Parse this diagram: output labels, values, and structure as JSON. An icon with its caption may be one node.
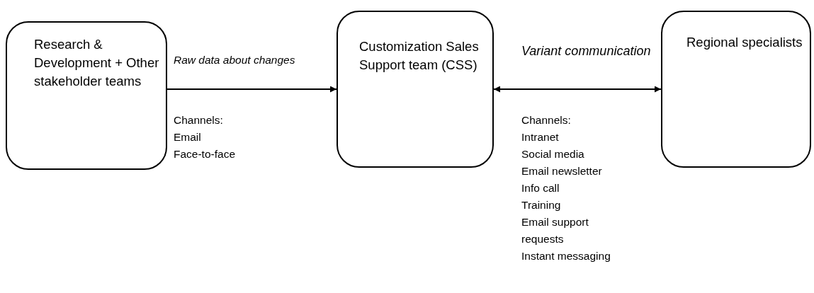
{
  "diagram": {
    "nodes": [
      {
        "text": [
          "Research & Development + Other stakeholder teams"
        ]
      },
      {
        "text": [
          "Customization Sales Support team (CSS)"
        ]
      },
      {
        "text": [
          "Regional specialists"
        ]
      }
    ],
    "edges": [
      {
        "from": 0,
        "to": 1,
        "arrow": "to",
        "label": "Raw data about changes"
      },
      {
        "from": 1,
        "to": 2,
        "arrow": "both",
        "label": "Variant communication"
      }
    ],
    "labels": [
      "Channels:",
      "Email",
      "Face-to-face",
      "Channels:",
      "Intranet",
      "Social media",
      "Email newsletter",
      "Info call",
      "Training",
      "Email support requests",
      "Instant messaging"
    ]
  }
}
